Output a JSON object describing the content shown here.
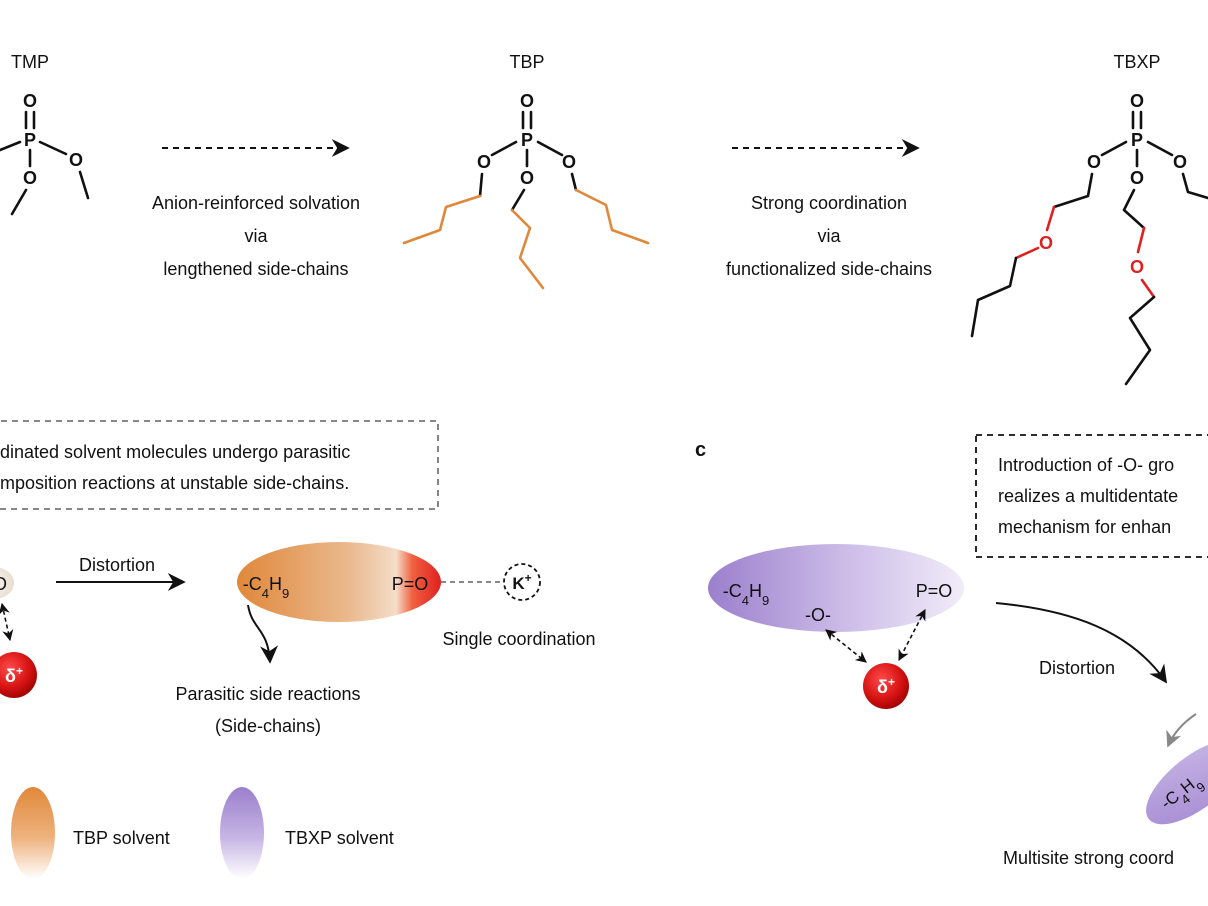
{
  "molecules": {
    "tmp": "TMP",
    "tbp": "TBP",
    "tbxp": "TBXP",
    "atom_o": "O",
    "atom_p": "P"
  },
  "arrow1": {
    "line1": "Anion-reinforced solvation",
    "line2": "via",
    "line3": "lengthened side-chains"
  },
  "arrow2": {
    "line1": "Strong coordination",
    "line2": "via",
    "line3": "functionalized side-chains"
  },
  "panel_b": {
    "note_line1": "dinated solvent molecules undergo parasitic",
    "note_line2": "mposition reactions at unstable side-chains.",
    "partial_atom": "O",
    "distortion": "Distortion",
    "c4h9": "-C4H9",
    "po": "P=O",
    "cation": "K+",
    "single_coord": "Single coordination",
    "parasitic_1": "Parasitic side reactions",
    "parasitic_2": "(Side-chains)",
    "delta": "δ+"
  },
  "panel_c": {
    "label": "c",
    "note_line1": "Introduction of -O- gro",
    "note_line2": "realizes a multidentate",
    "note_line3": "mechanism for enhan",
    "c4h9": "-C4H9",
    "ether": "-O-",
    "po": "P=O",
    "delta": "δ+",
    "distortion": "Distortion",
    "rot_c4h9": "-C4H9",
    "multisite": "Multisite strong coord"
  },
  "legend": {
    "tbp": "TBP solvent",
    "tbxp": "TBXP solvent"
  },
  "colors": {
    "orange": "#e0883a",
    "purple": "#9b7fcc",
    "red": "#e02020",
    "dark_red": "#b00000"
  }
}
